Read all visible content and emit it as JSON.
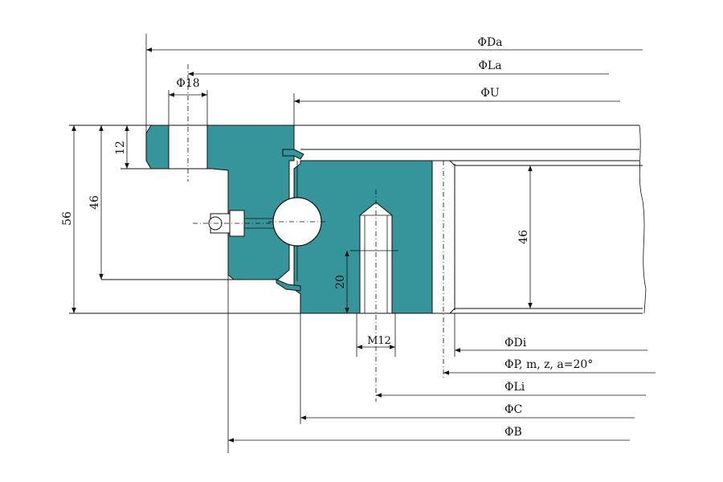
{
  "labels": {
    "Da": "ΦDa",
    "La": "ΦLa",
    "U": "ΦU",
    "hole": "Φ18",
    "Di": "ΦDi",
    "P": "ΦP, m, z, a=20°",
    "Li": "ΦLi",
    "C": "ΦC",
    "B": "ΦB"
  },
  "dimensions": {
    "total_height": "56",
    "outer_height": "46",
    "flange": "12",
    "inner_height": "46",
    "thread_depth": "20",
    "thread": "M12"
  },
  "colors": {
    "ring": "#35959a",
    "line": "#111111"
  }
}
